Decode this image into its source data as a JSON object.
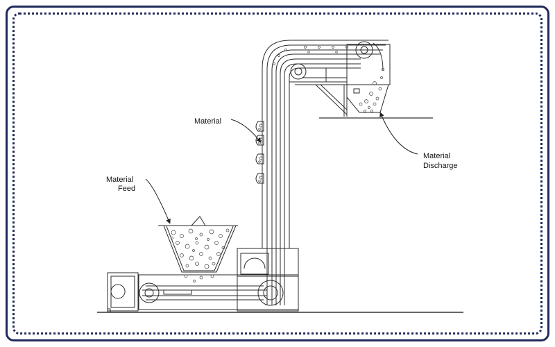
{
  "labels": {
    "material": "Material",
    "feed_line1": "Material",
    "feed_line2": "Feed",
    "discharge_line1": "Material",
    "discharge_line2": "Discharge"
  },
  "colors": {
    "border": "#1e2a5a",
    "line": "#2a2a2a"
  }
}
